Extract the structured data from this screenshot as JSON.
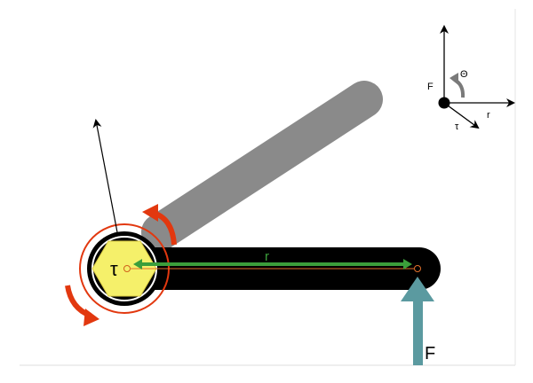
{
  "labels": {
    "torque": "τ",
    "radius": "r",
    "force": "F",
    "axes_force": "F",
    "axes_theta": "Θ",
    "axes_radius": "r",
    "axes_torque": "τ"
  },
  "colors": {
    "background": "#ffffff",
    "wrench_handle": "#000000",
    "wrench_rotated": "#8a8a8a",
    "bolt": "#f5f06a",
    "rotation_arrows": "#e2380f",
    "radius_vector": "#3b9e3b",
    "force_arrow": "#5b9aa0",
    "axis_lines": "#000000",
    "theta_arrow": "#7a7a7a",
    "border": "#d9d9d9"
  },
  "icons": {
    "bolt": "hexagon-bolt-icon",
    "rotation": "curved-arrow-icon"
  }
}
